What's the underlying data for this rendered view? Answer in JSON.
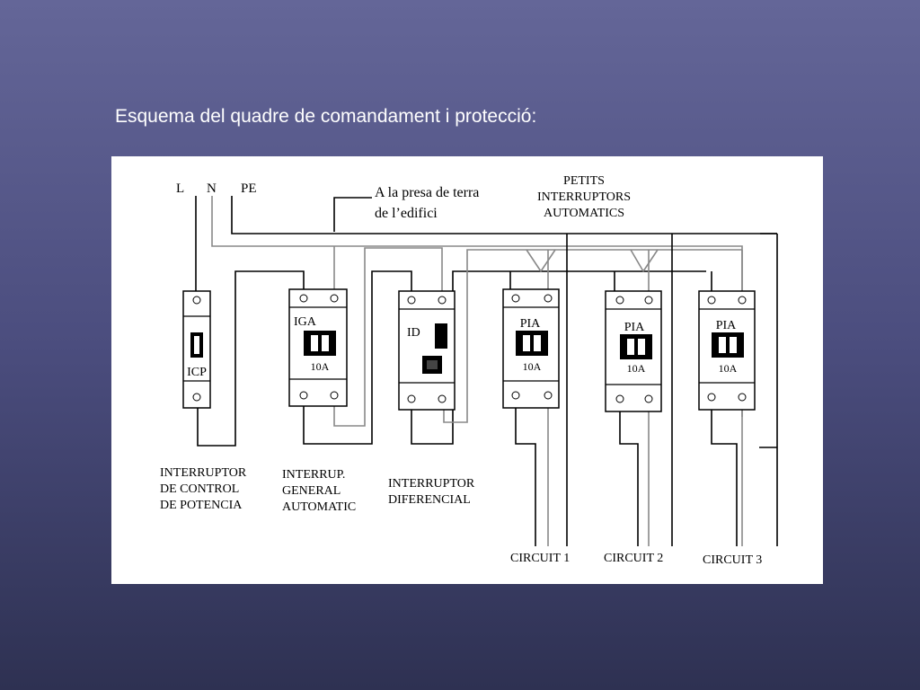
{
  "slide": {
    "title": "Esquema del quadre de comandament i protecció:"
  },
  "diagram": {
    "supply": {
      "line": "L",
      "neutral": "N",
      "earth": "PE"
    },
    "earth_note": {
      "line1": "A la presa de terra",
      "line2": "de l’edifici"
    },
    "pia_group_label": [
      "PETITS",
      "INTERRUPTORS",
      "AUTOMATICS"
    ],
    "devices": [
      {
        "id": "icp",
        "tag": "ICP",
        "rating": ""
      },
      {
        "id": "iga",
        "tag": "IGA",
        "rating": "10A"
      },
      {
        "id": "id",
        "tag": "ID",
        "rating": ""
      },
      {
        "id": "pia1",
        "tag": "PIA",
        "rating": "10A"
      },
      {
        "id": "pia2",
        "tag": "PIA",
        "rating": "10A"
      },
      {
        "id": "pia3",
        "tag": "PIA",
        "rating": "10A"
      }
    ],
    "captions": {
      "icp": [
        "INTERRUPTOR",
        "DE CONTROL",
        "DE POTENCIA"
      ],
      "iga": [
        "INTERRUP.",
        "GENERAL",
        "AUTOMATIC"
      ],
      "id": [
        "INTERRUPTOR",
        "DIFERENCIAL"
      ]
    },
    "circuits": [
      "CIRCUIT 1",
      "CIRCUIT 2",
      "CIRCUIT 3"
    ],
    "colors": {
      "wire_live": "#000000",
      "wire_neutral": "#888888",
      "panel": "#ffffff",
      "title_text": "#ffffff"
    }
  }
}
